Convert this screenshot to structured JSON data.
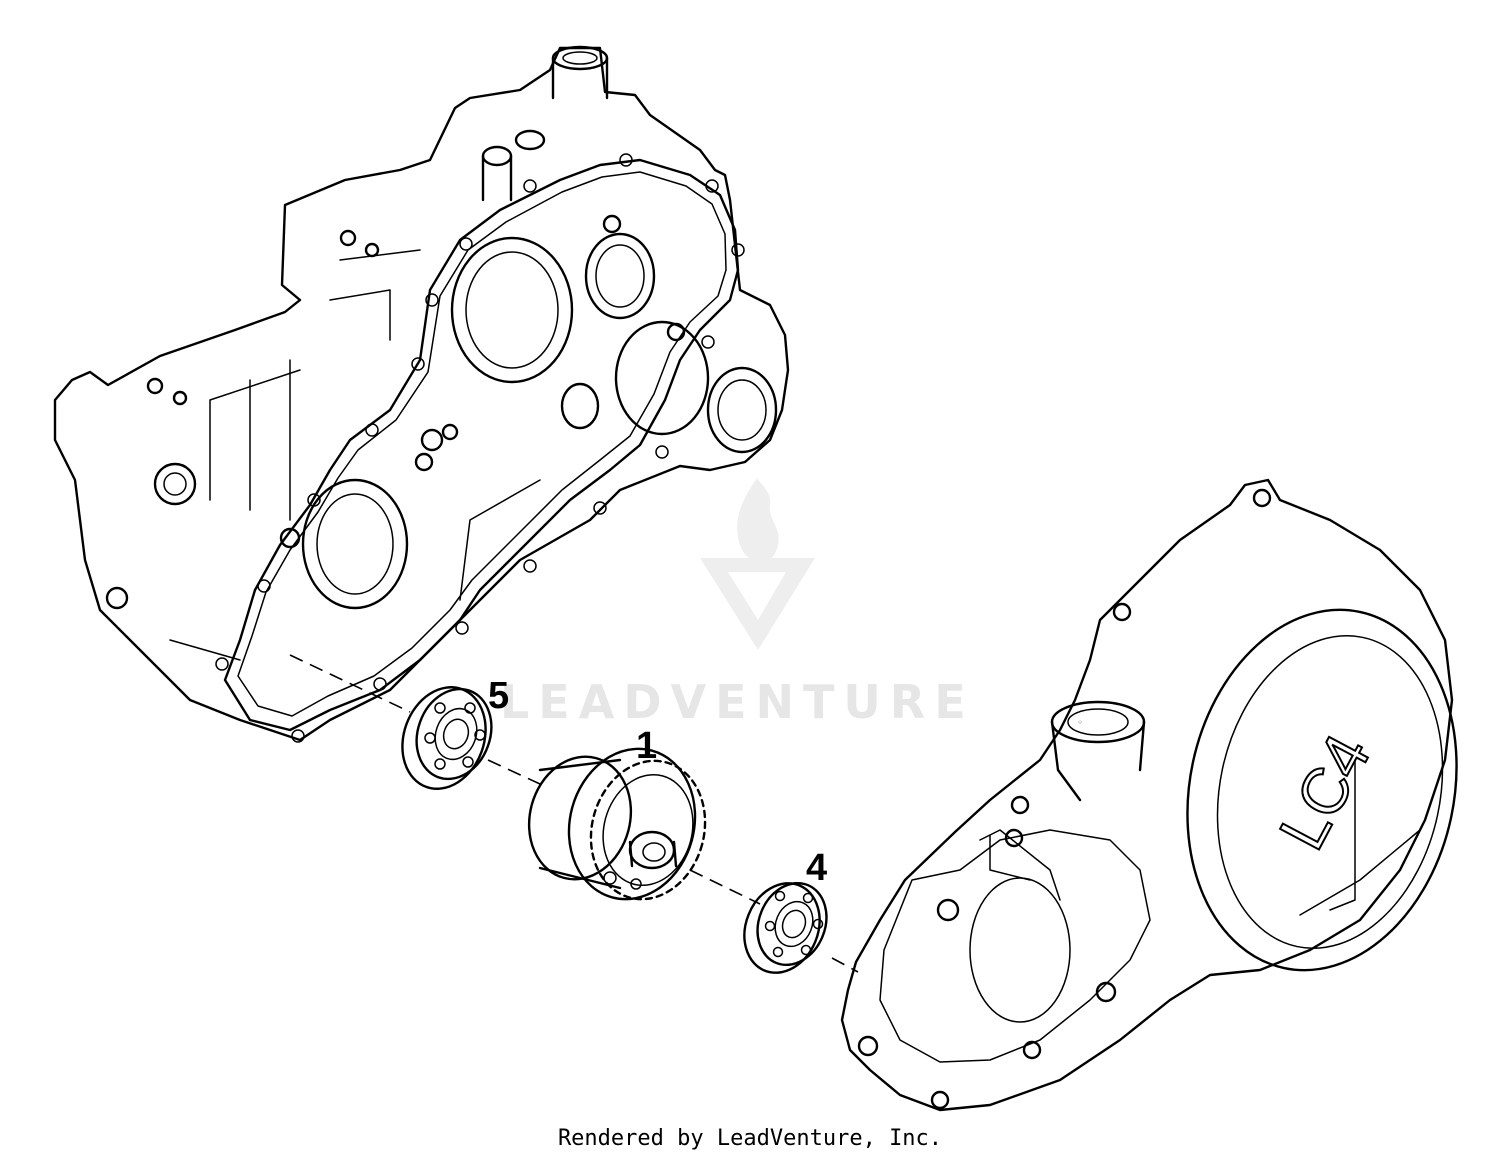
{
  "callouts": {
    "part_1": "1",
    "part_4": "4",
    "part_5": "5"
  },
  "cover_mark": "LC4",
  "watermark": "LEADVENTURE",
  "footer": "Rendered by LeadVenture, Inc.",
  "colors": {
    "line": "#000000",
    "watermark": "#e6e6e6",
    "background": "#ffffff"
  }
}
